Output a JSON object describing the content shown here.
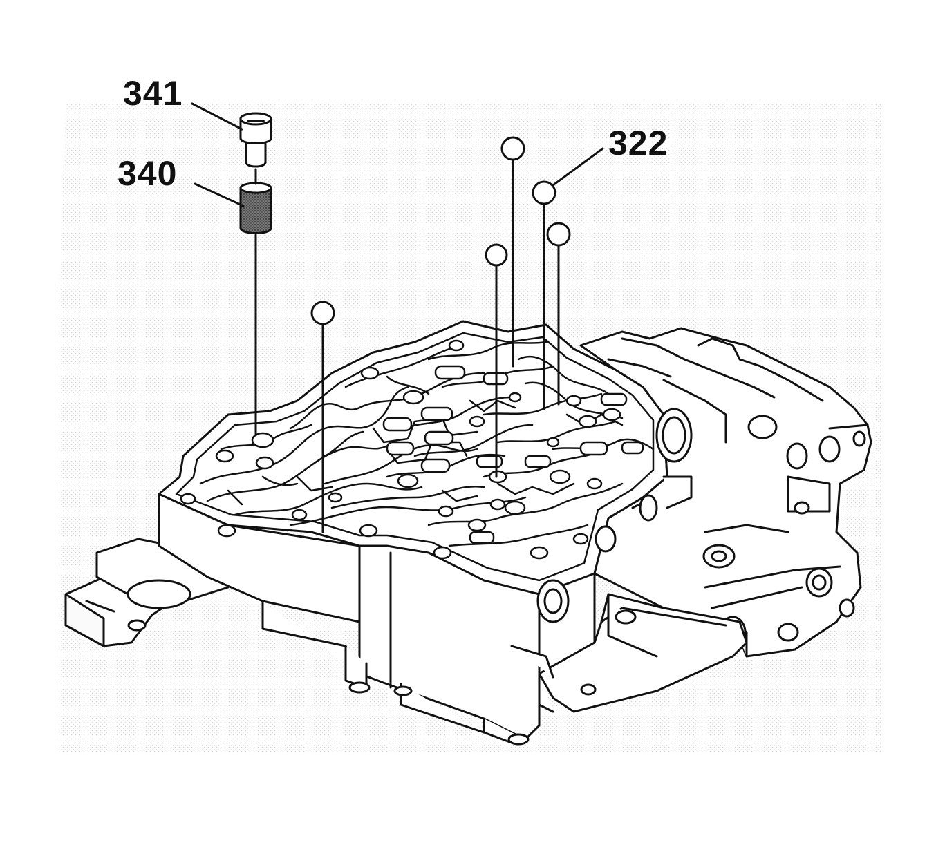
{
  "callouts": {
    "screw": "341",
    "spring": "340",
    "checkball": "322"
  },
  "colors": {
    "line": "#111111",
    "background": "#ffffff",
    "stipple": "#d8d8d8"
  }
}
